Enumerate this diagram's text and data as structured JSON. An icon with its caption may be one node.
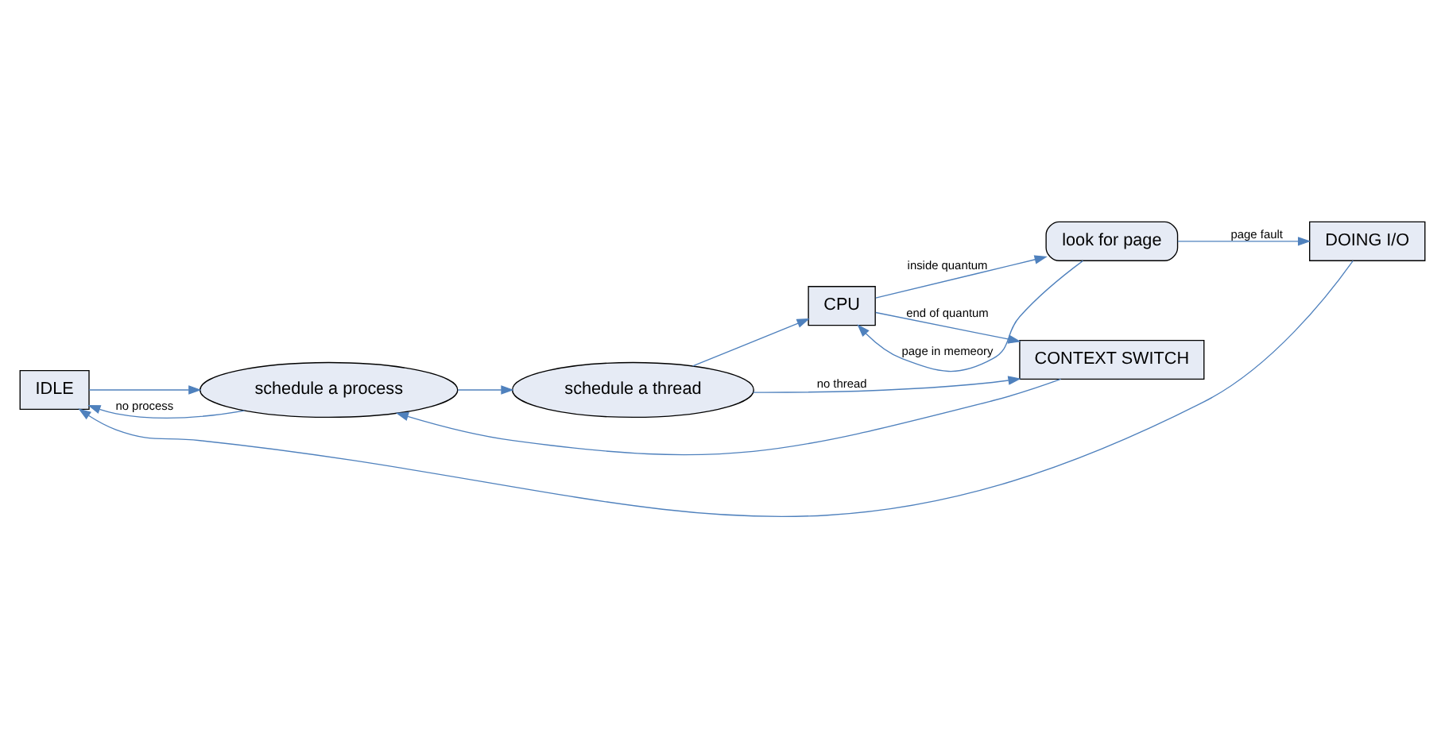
{
  "diagram": {
    "nodes": [
      {
        "text": [
          "IDLE"
        ]
      },
      {
        "text": [
          "schedule a process"
        ]
      },
      {
        "text": [
          "schedule a thread"
        ]
      },
      {
        "text": [
          "CPU"
        ]
      },
      {
        "text": [
          "CONTEXT SWITCH"
        ]
      },
      {
        "text": [
          "look for page"
        ]
      },
      {
        "text": [
          "DOING I/O"
        ]
      }
    ],
    "edges": [
      {
        "from": 0,
        "to": 1,
        "arrow": "to"
      },
      {
        "from": 1,
        "to": 0,
        "arrow": "to",
        "label": "no process"
      },
      {
        "from": 1,
        "to": 2,
        "arrow": "to"
      },
      {
        "from": 2,
        "to": 3,
        "arrow": "to"
      },
      {
        "from": 2,
        "to": 4,
        "arrow": "to",
        "label": "no thread"
      },
      {
        "from": 3,
        "to": 4,
        "arrow": "to",
        "label": "end of quantum"
      },
      {
        "from": 4,
        "to": 1,
        "arrow": "to"
      },
      {
        "from": 3,
        "to": 5,
        "arrow": "to",
        "label": "inside quantum"
      },
      {
        "from": 5,
        "to": 3,
        "arrow": "to",
        "label": "page in memeory"
      },
      {
        "from": 5,
        "to": 6,
        "arrow": "to",
        "label": "page fault"
      },
      {
        "from": 6,
        "to": 0,
        "arrow": "to"
      }
    ]
  }
}
